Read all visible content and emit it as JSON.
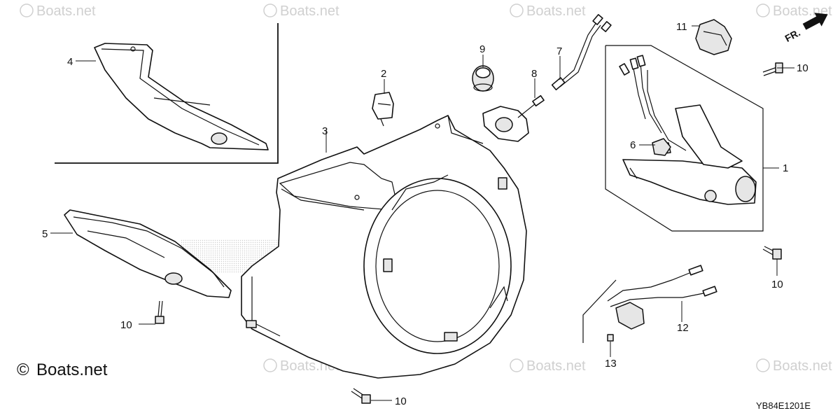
{
  "watermark": {
    "text": "Boats.net",
    "symbol": "©"
  },
  "branding": {
    "copyright_symbol": "©",
    "copyright_text": "Boats.net"
  },
  "diagram_code": "YB84E1201E",
  "direction_indicator": {
    "label": "FR."
  },
  "callouts": {
    "c1": "1",
    "c2": "2",
    "c3": "3",
    "c4": "4",
    "c5": "5",
    "c6": "6",
    "c7": "7",
    "c8": "8",
    "c9": "9",
    "c10a": "10",
    "c10b": "10",
    "c10c": "10",
    "c10d": "10",
    "c11": "11",
    "c12": "12",
    "c13": "13"
  },
  "colors": {
    "line": "#111111",
    "watermark": "#d0d0d0",
    "background": "#ffffff"
  }
}
